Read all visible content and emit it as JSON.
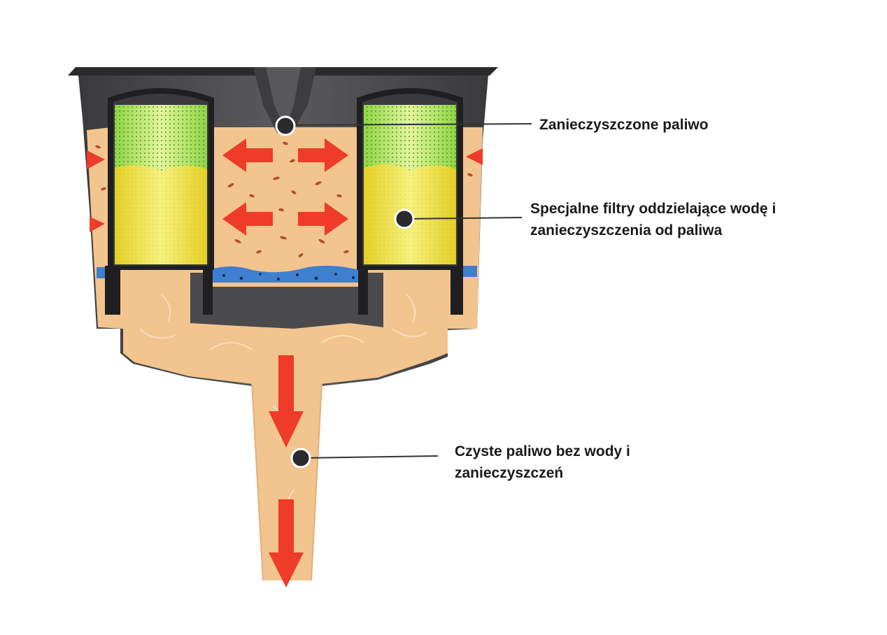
{
  "labels": {
    "contaminated_fuel": "Zanieczyszczone paliwo",
    "filters_line1": "Specjalne filtry oddzielające wodę i",
    "filters_line2": "zanieczyszczenia od paliwa",
    "clean_fuel_line1": "Czyste paliwo bez wody i",
    "clean_fuel_line2": "zanieczyszczeń"
  },
  "colors": {
    "housing": "#4a4a4c",
    "housing_dark": "#2f2f31",
    "fuel": "#f2c48e",
    "fuel_dark": "#e6a96b",
    "filter_green": "#a9e35a",
    "filter_yellow": "#f7e23a",
    "water": "#3f7fd0",
    "arrow": "#ee3b2a",
    "callout_line": "#333333"
  }
}
